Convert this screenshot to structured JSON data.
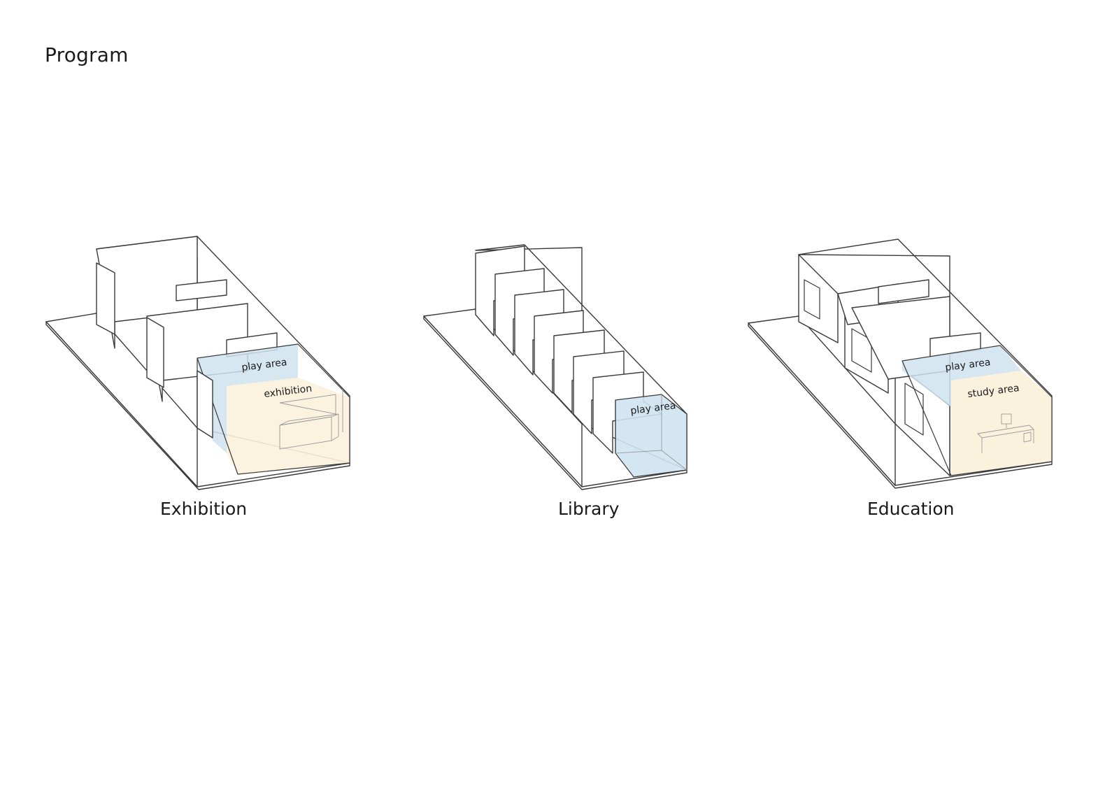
{
  "page": {
    "title": "Program"
  },
  "colors": {
    "play_area": "#cfe3ef",
    "secondary_area": "#fbf1dc",
    "line": "#3a3a3a"
  },
  "panels": [
    {
      "caption": "Exhibition",
      "zones": [
        "play area",
        "exhibition"
      ]
    },
    {
      "caption": "Library",
      "zones": [
        "play area"
      ]
    },
    {
      "caption": "Education",
      "zones": [
        "play area",
        "study area"
      ]
    }
  ]
}
